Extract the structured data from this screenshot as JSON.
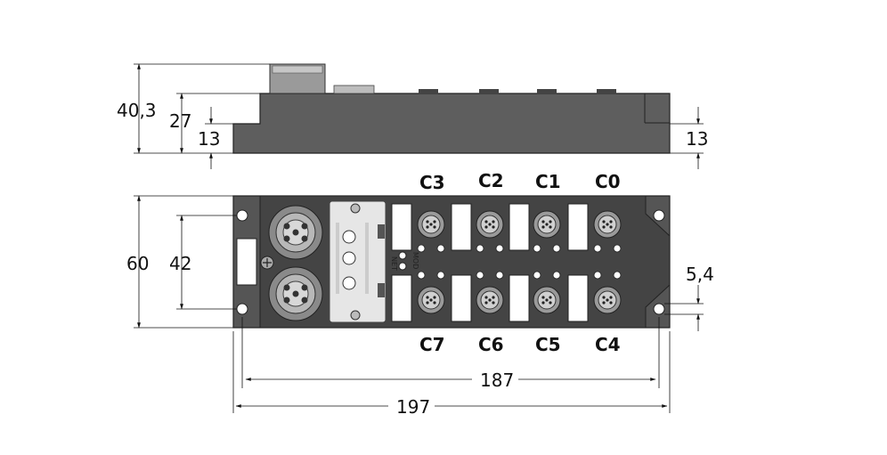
{
  "dimensions": {
    "height_total": "40,3",
    "height_body": "27",
    "height_flange_left": "13",
    "height_flange_right": "13",
    "width_front": "60",
    "hole_spacing_vertical": "42",
    "hole_offset": "5,4",
    "hole_spacing_horizontal": "187",
    "length_total": "197"
  },
  "ports": {
    "top_row": [
      "C3",
      "C2",
      "C1",
      "C0"
    ],
    "bottom_row": [
      "C7",
      "C6",
      "C5",
      "C4"
    ]
  },
  "leds": {
    "mod": "MOD",
    "net": "NET"
  }
}
